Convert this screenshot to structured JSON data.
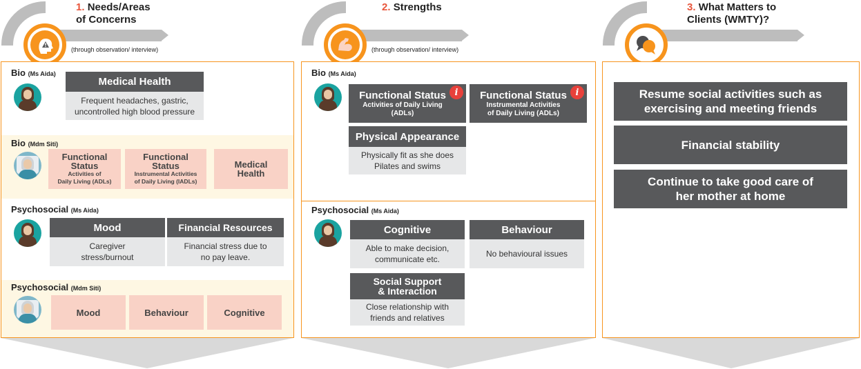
{
  "columns": [
    {
      "number": "1.",
      "title_line1": "Needs/Areas",
      "title_line2": "of Concerns",
      "subtitle": "(through observation/ interview)",
      "icon": "head-warning-icon",
      "sections": [
        {
          "label": "Bio",
          "who": "(Ms Aida)"
        },
        {
          "label": "Bio",
          "who": "(Mdm Siti)"
        },
        {
          "label": "Psychosocial",
          "who": "(Ms Aida)"
        },
        {
          "label": "Psychosocial",
          "who": "(Mdm Siti)"
        }
      ],
      "cards": {
        "medical_health": {
          "title": "Medical Health",
          "body_line1": "Frequent headaches, gastric,",
          "body_line2": "uncontrolled high blood pressure"
        },
        "mood": {
          "title": "Mood",
          "body_line1": "Caregiver",
          "body_line2": "stress/burnout"
        },
        "financial": {
          "title": "Financial Resources",
          "body_line1": "Financial stress due to",
          "body_line2": "no pay leave."
        }
      },
      "pink_bio": [
        {
          "title1": "Functional",
          "title2": "Status",
          "sub1": "Activities of",
          "sub2": "Daily Living (ADLs)"
        },
        {
          "title1": "Functional",
          "title2": "Status",
          "sub1": "Instrumental Activities",
          "sub2": "of Daily Living (IADLs)"
        },
        {
          "title1": "Medical",
          "title2": "Health"
        }
      ],
      "pink_psy": [
        "Mood",
        "Behaviour",
        "Cognitive"
      ]
    },
    {
      "number": "2.",
      "title_line1": "Strengths",
      "subtitle": "(through observation/ interview)",
      "icon": "flexed-arm-icon",
      "sections": [
        {
          "label": "Bio",
          "who": "(Ms Aida)"
        },
        {
          "label": "Psychosocial",
          "who": "(Ms Aida)"
        }
      ],
      "cards": {
        "fs_adl": {
          "title": "Functional Status",
          "sub1": "Activities of Daily Living",
          "sub2": "(ADLs)"
        },
        "fs_iadl": {
          "title": "Functional Status",
          "sub1": "Instrumental Activities",
          "sub2": "of Daily Living (ADLs)"
        },
        "physical": {
          "title": "Physical Appearance",
          "body_line1": "Physically fit as she does",
          "body_line2": "Pilates and swims"
        },
        "cognitive": {
          "title": "Cognitive",
          "body_line1": "Able to make decision,",
          "body_line2": "communicate etc."
        },
        "behaviour": {
          "title": "Behaviour",
          "body_line1": "No behavioural issues"
        },
        "social": {
          "title_line1": "Social Support",
          "title_line2": "& Interaction",
          "body_line1": "Close relationship with",
          "body_line2": "friends and relatives"
        }
      },
      "info_glyph": "i"
    },
    {
      "number": "3.",
      "title_line1": "What Matters to",
      "title_line2": "Clients (WMTY)?",
      "icon": "chat-bubbles-icon",
      "items": [
        {
          "line1": "Resume social activities such as",
          "line2": "exercising and meeting friends"
        },
        {
          "line1": "Financial stability"
        },
        {
          "line1": "Continue to take good care of",
          "line2": "her mother at home"
        }
      ]
    }
  ],
  "colors": {
    "accent": "#f7941d",
    "title_number": "#e8553b",
    "card_dark": "#58595b",
    "card_light": "#e6e7e8",
    "pink": "#f9d2c6",
    "tint": "#fef7e3",
    "info": "#e8413b"
  }
}
